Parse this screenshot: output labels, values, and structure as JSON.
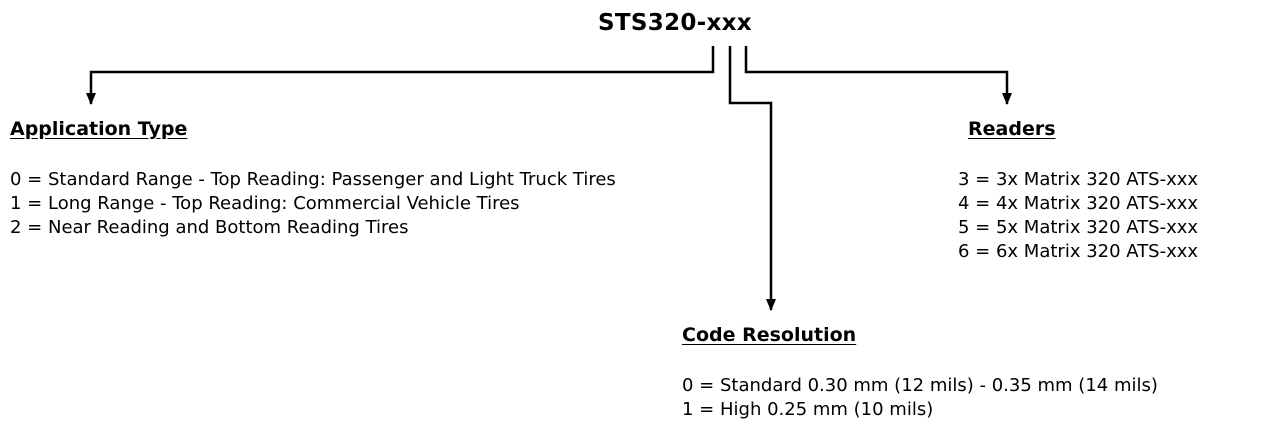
{
  "title": "STS320-xxx",
  "branches": {
    "application_type": {
      "heading": "Application Type",
      "items": [
        "0 = Standard Range - Top Reading: Passenger and Light Truck Tires",
        "1 = Long Range - Top Reading: Commercial Vehicle Tires",
        "2 = Near Reading and Bottom Reading Tires"
      ]
    },
    "code_resolution": {
      "heading": "Code Resolution",
      "items": [
        "0 = Standard 0.30 mm (12 mils) - 0.35 mm (14 mils)",
        "1 = High 0.25 mm (10 mils)"
      ]
    },
    "readers": {
      "heading": "Readers",
      "items": [
        "3 = 3x Matrix 320 ATS-xxx",
        "4 = 4x Matrix 320 ATS-xxx",
        "5 = 5x Matrix 320 ATS-xxx",
        "6 = 6x Matrix 320 ATS-xxx"
      ]
    }
  },
  "colors": {
    "line": "#000000",
    "text": "#000000",
    "background": "#ffffff"
  }
}
